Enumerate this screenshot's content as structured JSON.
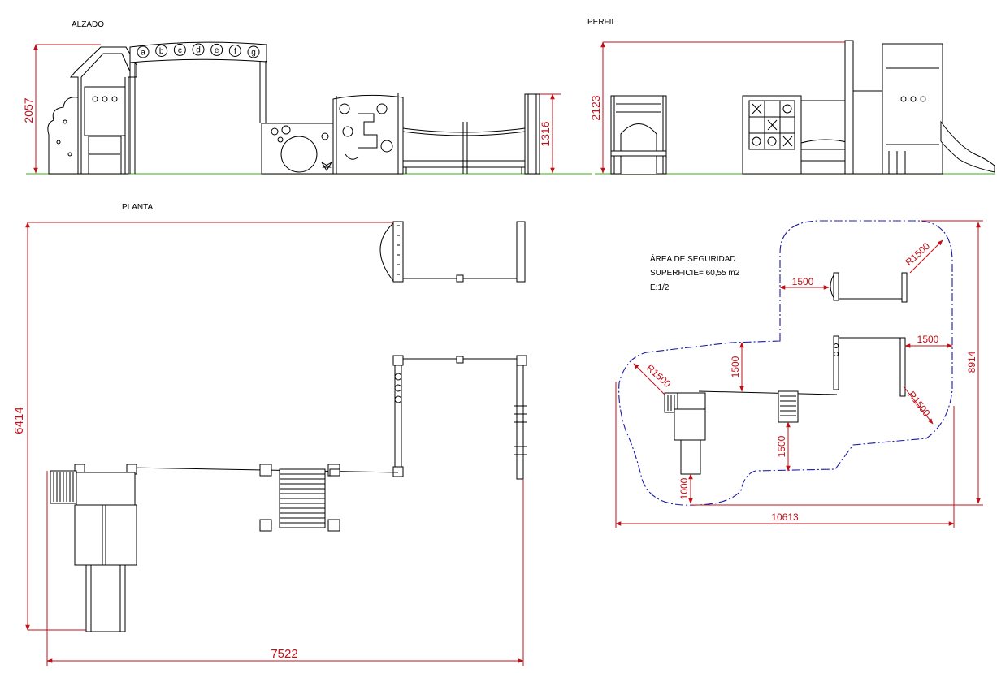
{
  "views": {
    "alzado": "ALZADO",
    "perfil": "PERFIL",
    "planta": "PLANTA"
  },
  "arch_letters": [
    "a",
    "b",
    "c",
    "d",
    "e",
    "f",
    "g"
  ],
  "dimensions": {
    "alzado_height": "2057",
    "alzado_panel_height": "1316",
    "perfil_height": "2123",
    "planta_depth": "6414",
    "planta_width": "7522"
  },
  "safety_area": {
    "title": "ÁREA DE SEGURIDAD",
    "surface": "SUPERFICIE= 60,55 m2",
    "scale": "E:1/2",
    "dims": {
      "top_left_offset": "1500",
      "top_radius": "R1500",
      "right_offset": "1500",
      "height": "8914",
      "left_radius": "R1500",
      "inner_vertical": "1500",
      "right_radius": "R1500",
      "bottom_vertical": "1500",
      "slide_offset": "1000",
      "width": "10613"
    }
  },
  "colors": {
    "dimension": "#c0101a",
    "outline": "#000000",
    "ground": "#5fbf3a",
    "safety_boundary": "#1a1aa8"
  }
}
